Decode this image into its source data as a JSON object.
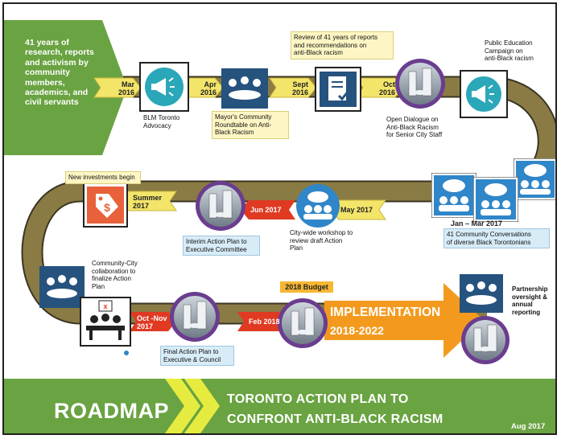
{
  "intro_text": "41 years of research, reports and activism by community members, academics, and civil servants",
  "dates": {
    "mar2016": "Mar\n2016",
    "apr2016": "Apr\n2016",
    "sept2016": "Sept\n2016",
    "oct2016": "Oct\n2016",
    "jan_mar2017": "Jan – Mar 2017",
    "may2017": "May 2017",
    "jun2017": "Jun 2017",
    "summer2017": "Summer\n2017",
    "oct_nov2017": "Oct -Nov\n2017",
    "feb2018": "Feb 2018"
  },
  "captions": {
    "blm": "BLM Toronto\nAdvocacy",
    "mayor_roundtable": "Mayor's Community\nRoundtable on Anti-\nBlack Racism",
    "review": "Review of 41 years of reports\nand recommendations on\nanti-Black racism",
    "open_dialogue": "Open Dialogue on\nAnti-Black Racism\nfor Senior City Staff",
    "public_education": "Public Education\nCampaign on\nanti-Black racism",
    "conversations": "41 Community Conversations\nof diverse Black Torontonians",
    "workshop": "City-wide workshop to\nreview draft Action\nPlan",
    "interim_plan": "Interim Action Plan to\nExecutive Committee",
    "new_investments": "New investments begin",
    "collaboration": "Community-City\ncollaboration to\nfinalize Action\nPlan",
    "final_plan": "Final Action Plan to\nExecutive & Council",
    "partnership": "Partnership\noversight &\nannual\nreporting"
  },
  "budget_label": "2018 Budget",
  "implementation_label": "IMPLEMENTATION",
  "implementation_years": "2018-2022",
  "banner": {
    "roadmap": "ROADMAP",
    "title_line1": "TORONTO ACTION PLAN TO",
    "title_line2": "CONFRONT ANTI-BLACK RACISM",
    "date": "Aug 2017"
  },
  "colors": {
    "green": "#6aa342",
    "teal": "#2aa7b8",
    "navy": "#26527e",
    "blue": "#2f86c8",
    "purple": "#6a3d8f",
    "orange": "#f39a1e",
    "red": "#e03a22",
    "yellow_arrow": "#f3e56a",
    "road": "#8a7b45"
  }
}
